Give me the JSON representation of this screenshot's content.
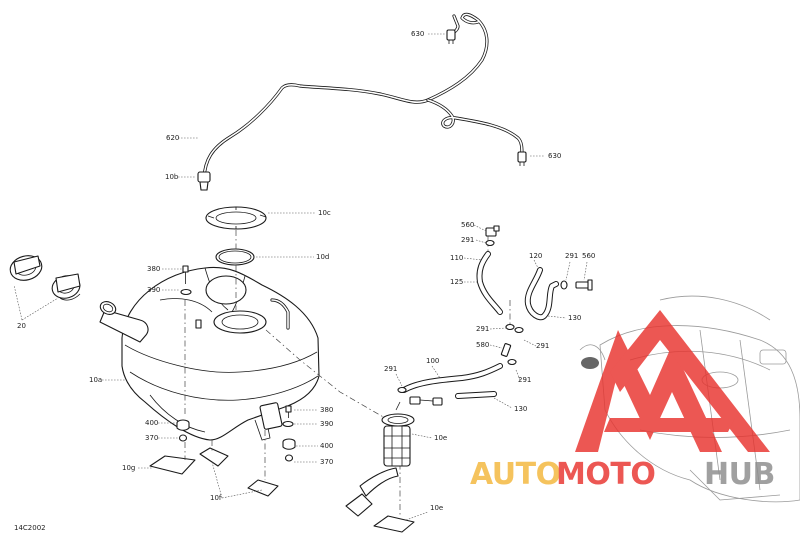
{
  "diagram_id": "14C2002",
  "labels": {
    "p630_top": "630",
    "p630_right": "630",
    "p620": "620",
    "p10b": "10b",
    "p10c": "10c",
    "p10d": "10d",
    "p380_top": "380",
    "p390_top": "390",
    "p20": "20",
    "p10a": "10a",
    "p400_left": "400",
    "p370_left": "370",
    "p10g": "10g",
    "p10f": "10f",
    "p380_right": "380",
    "p390_right": "390",
    "p400_right": "400",
    "p370_right": "370",
    "p560_top": "560",
    "p291_a": "291",
    "p110": "110",
    "p120": "120",
    "p291_b": "291",
    "p560_b": "560",
    "p125": "125",
    "p130_a": "130",
    "p291_c": "291",
    "p580": "580",
    "p291_d": "291",
    "p291_e": "291",
    "p100": "100",
    "p291_f": "291",
    "p130_b": "130",
    "p10e_a": "10e",
    "p10e_b": "10e"
  },
  "watermark": {
    "part1": "AUTO",
    "part2": "MOTO",
    "part3": "HUB",
    "color_orange": "#f4b63a",
    "color_red": "#e8332e",
    "color_grey": "#8c8c8c"
  }
}
